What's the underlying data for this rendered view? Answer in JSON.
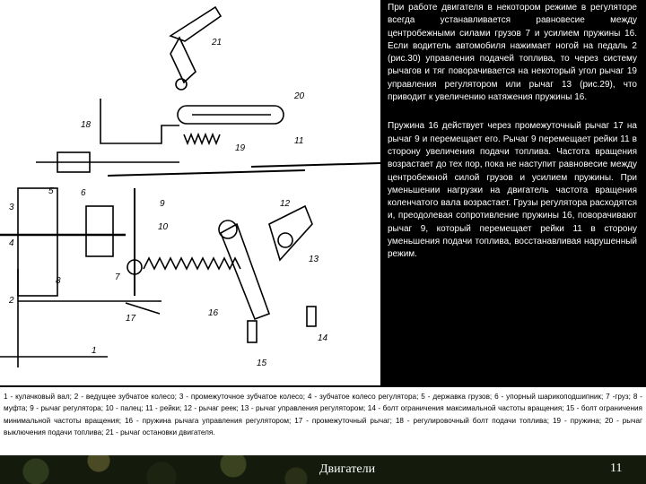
{
  "body": {
    "paragraph_1": "При работе двигателя в некотором режиме в регуляторе всегда устанавливается равновесие между центробежными силами грузов 7 и усилием пружины 16. Если водитель автомобиля нажимает ногой на педаль 2 (рис.30) управления подачей топлива, то через систему рычагов и тяг поворачивается на некоторый угол рычаг 19 управления регулятором или рычаг 13 (рис.29), что приводит к увеличению натяжения пружины 16.",
    "paragraph_2": "Пружина 16 действует через промежуточный рычаг 17 на рычаг 9 и перемещает его. Рычаг 9 перемещает рейки 11 в сторону увеличения подачи топлива. Частота вращения возрастает до тех пор, пока не наступит равновесие между центробежной силой грузов и усилием пружины. При уменьшении нагрузки на двигатель частота вращения коленчатого вала возрастает. Грузы регулятора расходятся и, преодолевая сопротивление пружины 16, поворачивают рычаг 9, который перемещает рейки 11 в сторону уменьшения подачи топлива, восстанавливая нарушенный режим."
  },
  "figure": {
    "labels": {
      "l21": "21",
      "l20": "20",
      "l18": "18",
      "l19": "19",
      "l11": "11",
      "l3": "3",
      "l5": "5",
      "l6": "6",
      "l4": "4",
      "l9": "9",
      "l10": "10",
      "l7": "7",
      "l8": "8",
      "l2": "2",
      "l12": "12",
      "l13": "13",
      "l14": "14",
      "l17": "17",
      "l16": "16",
      "l15": "15",
      "l1": "1"
    }
  },
  "caption": "1 - кулачковый вал; 2 - ведущее зубчатое колесо; 3 - промежуточное зубчатое колесо; 4 - зубчатое колесо регулятора; 5 - державка грузов; 6 - упорный шарикоподшипник; 7 -груз; 8 - муфта; 9 - рычаг регулятора; 10 - палец; 11 - рейки; 12 - рычаг реек; 13 - рычаг управления регулятором; 14 - болт ограничения максимальной частоты вращения; 15 - болт ограничения минимальной частоты вращения; 16 - пружина рычага управления регулятором; 17 - промежуточный рычаг; 18 - регулировочный болт подачи топлива; 19 - пружина; 20 - рычаг выключения подачи топлива; 21 - рычаг остановки двигателя.",
  "footer": {
    "title": "Двигатели",
    "page_number": "11"
  }
}
